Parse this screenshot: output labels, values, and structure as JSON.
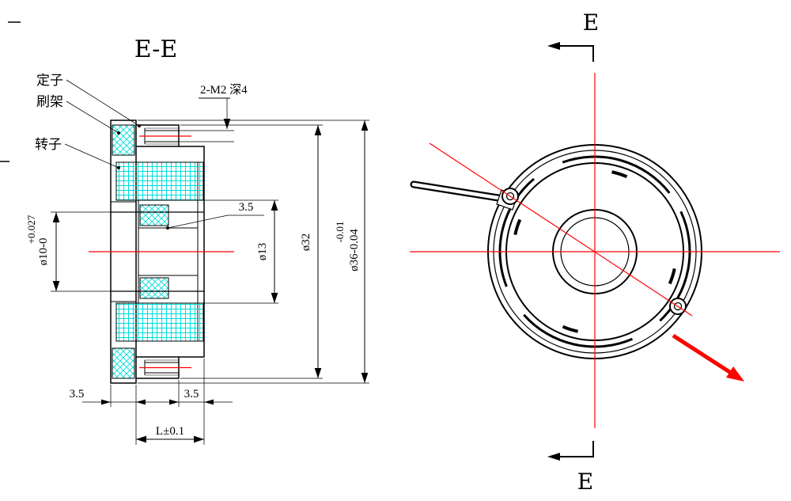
{
  "drawing": {
    "title": "E-E",
    "marker_top": "E",
    "marker_bottom": "E",
    "labels": {
      "stator": "定子",
      "brush_holder": "刷架",
      "rotor": "转子"
    },
    "dims": {
      "thread_callout": "2-M2 深4",
      "bore_tolerance": "+0.027",
      "bore_diameter": "ø10-0",
      "shoulder_width": "3.5",
      "commutator_diameter": "ø13",
      "pilot_diameter": "ø32",
      "outer_tolerance": "-0.01",
      "outer_diameter": "ø36-0.04",
      "flange_width": "3.5",
      "boss_offset": "3.5",
      "body_length": "L±0.1"
    },
    "colors": {
      "hatch": "#00DCDC",
      "centerline": "#FF0000",
      "outline": "#000000"
    }
  }
}
